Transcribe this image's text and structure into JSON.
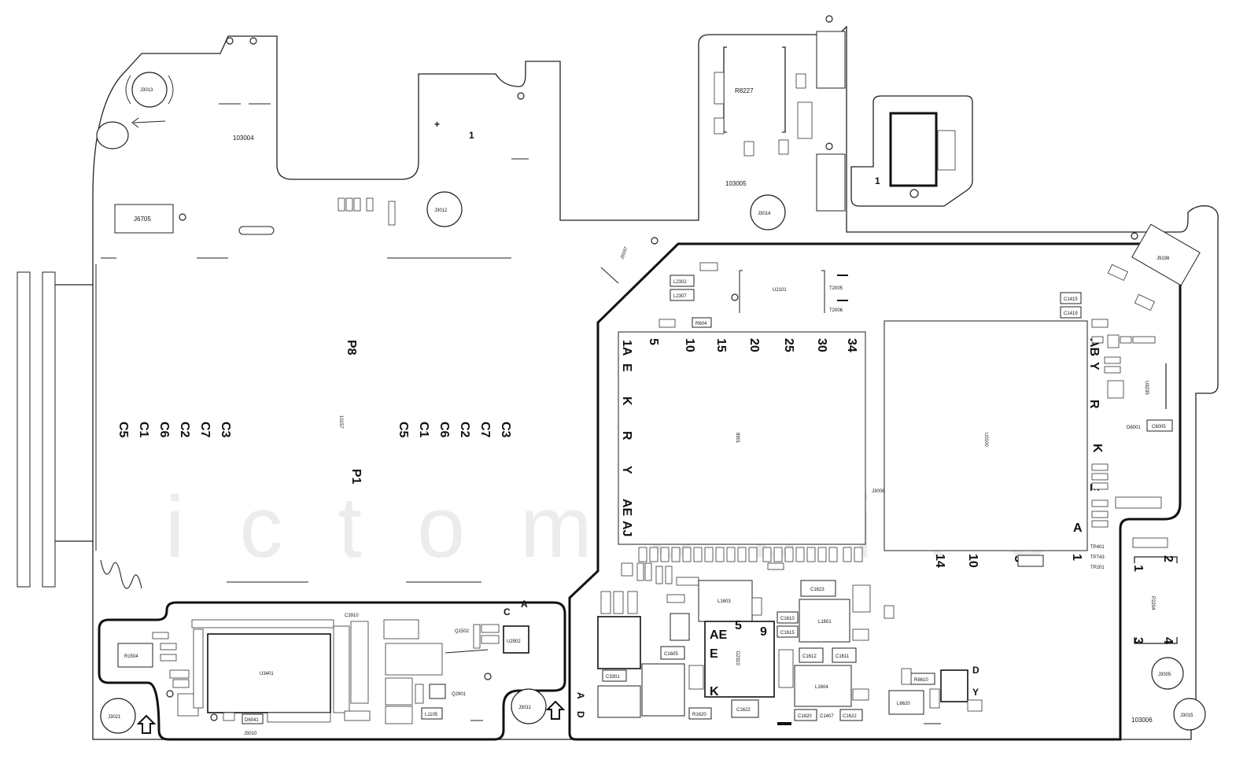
{
  "watermark": "ictomobile",
  "ic_labels": {
    "u3401": "U3401",
    "u2101": "U2101",
    "u0100": "U0100",
    "u8901": "8901",
    "u2902": "U2902",
    "l1603": "L1603",
    "l1601": "L1601",
    "l1604": "L1604",
    "l6620": "L6620",
    "l2302": "L2302",
    "l2307": "L2307",
    "d2310": "D2310",
    "r1504": "R1504",
    "r8227": "R8227",
    "r8610": "R8610",
    "r604": "R604",
    "j6705": "J6705",
    "j9197": "J9197",
    "j9198": "J9198",
    "j3008": "J3008",
    "j3010": "J3010",
    "u9235": "U9235",
    "d6001": "D6001",
    "c6005": "C6005",
    "p2204": "P2204",
    "q2901": "Q2901",
    "q1502": "Q1502"
  },
  "holes": {
    "j3013": "J3013",
    "j3012": "J3012",
    "j3014": "J3014",
    "j3021": "J3021",
    "j3011": "J3011",
    "j3005": "J3005",
    "j3015": "J3015"
  },
  "board_ids": {
    "t1": "103004",
    "t2": "103005",
    "t3": "103006"
  },
  "sim_connector": {
    "p8": "P8",
    "p1": "P1",
    "left_pins": [
      "C5",
      "C1",
      "C6",
      "C2",
      "C7",
      "C3"
    ],
    "right_pins": [
      "C5",
      "C1",
      "C6",
      "C2",
      "C7",
      "C3"
    ],
    "mid_code": "10157"
  },
  "soc_grid": {
    "cols": [
      "5",
      "10",
      "15",
      "20",
      "25",
      "30",
      "34"
    ],
    "rows": [
      "1A",
      "E",
      "K",
      "R",
      "Y",
      "AE",
      "AJ"
    ]
  },
  "u0100_grid": {
    "top": "AB",
    "rows": [
      "Y",
      "R",
      "K",
      "E",
      "A"
    ],
    "bottom": [
      "14",
      "10",
      "5",
      "1"
    ]
  },
  "pmu_grid": {
    "cols": [
      "5",
      "9"
    ],
    "rows": [
      "AE",
      "E",
      "K"
    ]
  },
  "misc_labels": {
    "plus": "+",
    "one_a": "1",
    "one_b": "1",
    "tp401": "TP401",
    "tp743": "TP743",
    "tp201": "TP201",
    "t2005": "T2005",
    "t2006": "T2006",
    "pin_a": "A",
    "pin_c": "C",
    "pin_d": "D",
    "pin_y": "Y",
    "p_1": "1",
    "p_2": "2",
    "p_3": "3",
    "p_4": "4",
    "c3910": "C3910",
    "d6041": "D6041",
    "c1622": "C1622",
    "c1620": "C1620",
    "c1407": "C1407",
    "c1623": "C1623",
    "c1612": "C1612",
    "c1611": "C1611",
    "c1610": "C1610",
    "c1615": "C1615",
    "c1605": "C1605",
    "c1415": "C1415",
    "c1419": "C1419",
    "c3301": "C3301",
    "r1620": "R1620",
    "l1105": "L1105"
  }
}
